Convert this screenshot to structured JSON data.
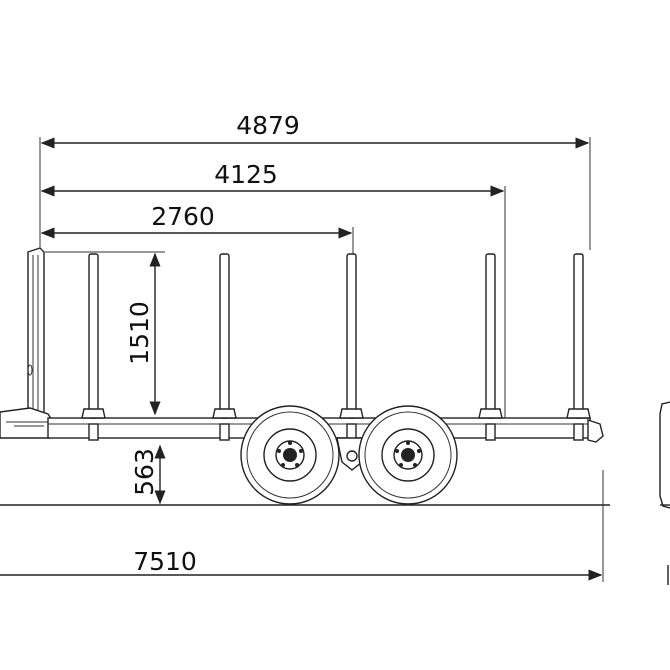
{
  "drawing": {
    "title": "",
    "dimensions": {
      "overall_top": "4879",
      "bed_length": "4125",
      "axle_position": "2760",
      "stake_height": "1510",
      "bed_height": "563",
      "total_length": "7510"
    }
  },
  "colors": {
    "line": "#222222",
    "background": "#ffffff"
  }
}
